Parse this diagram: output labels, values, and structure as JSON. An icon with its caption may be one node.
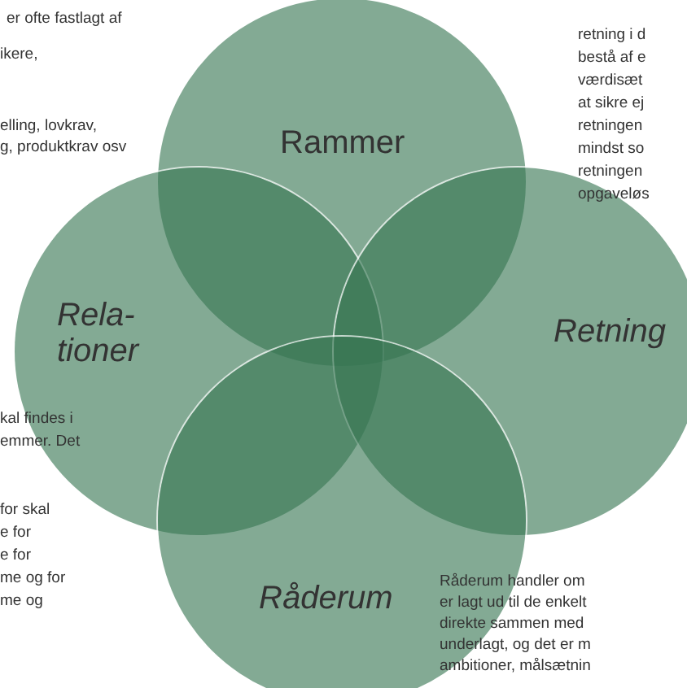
{
  "diagram": {
    "nodes": [
      {
        "text": [
          "Rammer"
        ]
      },
      {
        "text": [
          "Rela-tioner"
        ]
      },
      {
        "text": [
          "Retning"
        ]
      },
      {
        "text": [
          "Råderum"
        ]
      }
    ],
    "labels": [
      "er ofte fastlagt af",
      "ikere,",
      "elling, lovkrav,",
      "g, produktkrav osv",
      "retning i d",
      "bestå af e",
      "værdisæt",
      "at sikre ej",
      "retningen",
      "mindst so",
      "retningen",
      "opgaveløs",
      "kal findes i",
      "emmer. Det",
      "for skal",
      "e for",
      "e for",
      "me og for",
      "me og",
      "Råderum handler om",
      "er lagt ud til de enkelt",
      "direkte sammen med",
      "underlagt, og det er m",
      "ambitioner, målsætnin"
    ]
  }
}
